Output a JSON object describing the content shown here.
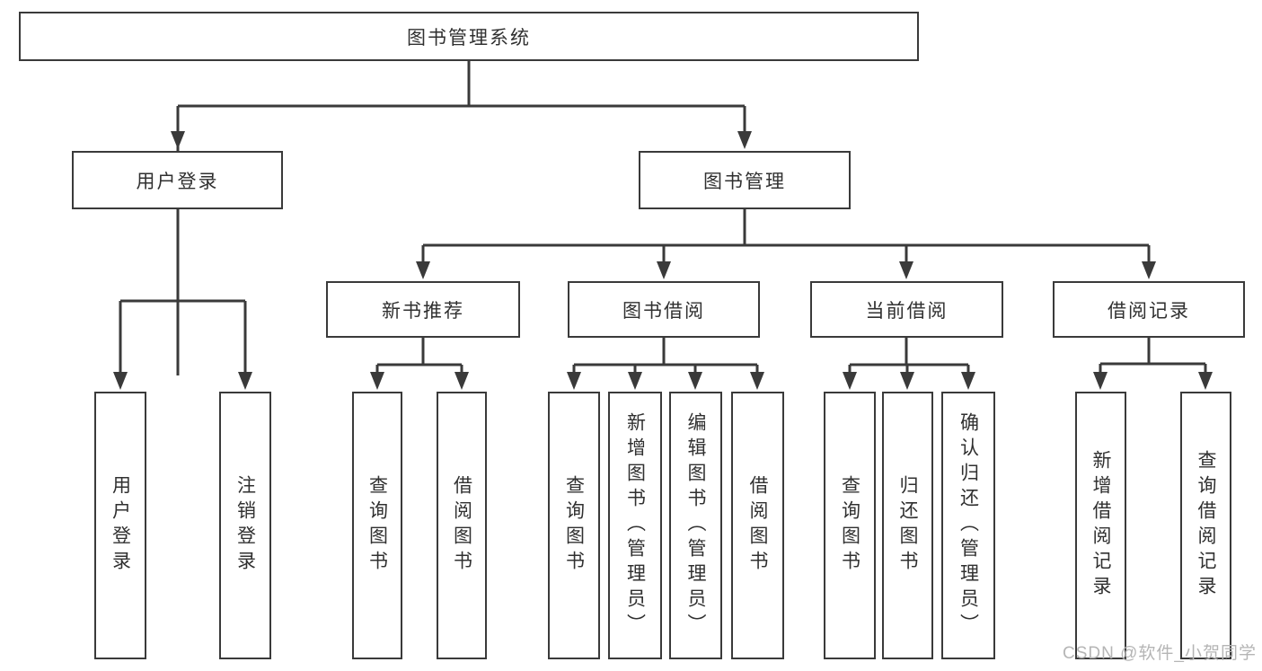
{
  "diagram": {
    "type": "hierarchy-tree",
    "tree": {
      "label": "图书管理系统",
      "children": [
        {
          "label": "用户登录",
          "children": [
            {
              "label": "用户登录"
            },
            {
              "label": "注销登录"
            }
          ]
        },
        {
          "label": "图书管理",
          "children": [
            {
              "label": "新书推荐",
              "children": [
                {
                  "label": "查询图书"
                },
                {
                  "label": "借阅图书"
                }
              ]
            },
            {
              "label": "图书借阅",
              "children": [
                {
                  "label": "查询图书"
                },
                {
                  "label": "新增图书（管理员）"
                },
                {
                  "label": "编辑图书（管理员）"
                },
                {
                  "label": "借阅图书"
                }
              ]
            },
            {
              "label": "当前借阅",
              "children": [
                {
                  "label": "查询图书"
                },
                {
                  "label": "归还图书"
                },
                {
                  "label": "确认归还（管理员）"
                }
              ]
            },
            {
              "label": "借阅记录",
              "children": [
                {
                  "label": "新增借阅记录"
                },
                {
                  "label": "查询借阅记录"
                }
              ]
            }
          ]
        }
      ]
    }
  },
  "watermark": {
    "text": "CSDN @软件_小贺同学"
  },
  "colors": {
    "line": "#3a3a3a",
    "box_border": "#3a3a3a",
    "box_fill": "#ffffff",
    "text": "#303030",
    "watermark": "#b5b5b5",
    "background": "#ffffff"
  }
}
